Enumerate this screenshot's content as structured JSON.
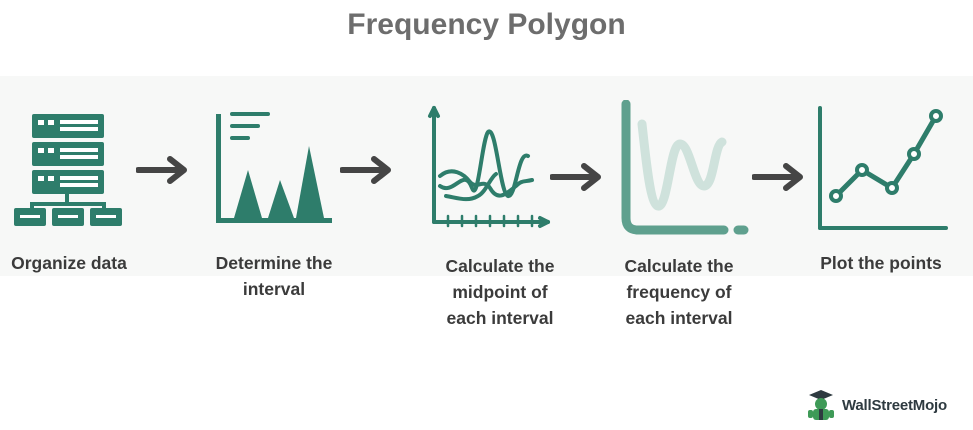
{
  "title": "Frequency Polygon",
  "steps": [
    {
      "line1": "Organize data",
      "line2": "",
      "line3": "",
      "icon": "server-icon"
    },
    {
      "line1": "Determine the",
      "line2": "interval",
      "line3": "",
      "icon": "histogram-icon"
    },
    {
      "line1": "Calculate the",
      "line2": "midpoint of",
      "line3": "each interval",
      "icon": "curves-chart-icon"
    },
    {
      "line1": "Calculate the",
      "line2": "frequency of",
      "line3": "each interval",
      "icon": "wave-chart-icon"
    },
    {
      "line1": "Plot the points",
      "line2": "",
      "line3": "",
      "icon": "line-chart-icon"
    }
  ],
  "logo": {
    "text": "WallStreetMojo",
    "icon": "mascot-icon"
  },
  "colors": {
    "accent": "#2e7d6b",
    "accent_light": "#cfe2dc",
    "arrow": "#454545",
    "title": "#6d6d6d"
  }
}
